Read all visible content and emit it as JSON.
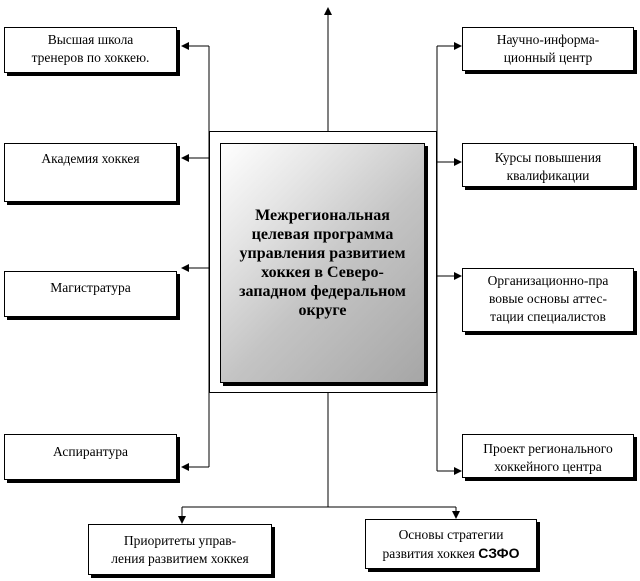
{
  "center": {
    "lines": [
      "Межрегиональная",
      "целевая программа",
      "управления  развитием",
      "хоккея в Северо-",
      "западном федеральном",
      "округе"
    ]
  },
  "left_boxes": [
    {
      "lines": [
        "Высшая школа",
        "тренеров по хоккею."
      ]
    },
    {
      "lines": [
        "Академия хоккея"
      ]
    },
    {
      "lines": [
        "Магистратура"
      ]
    },
    {
      "lines": [
        "Аспирантура"
      ]
    }
  ],
  "right_boxes": [
    {
      "lines": [
        "Научно-информа-",
        "ционный  центр"
      ]
    },
    {
      "lines": [
        "Курсы повышения",
        "квалификации"
      ]
    },
    {
      "lines": [
        "Организационно-пра",
        "вовые основы аттес-",
        "тации специалистов"
      ]
    },
    {
      "lines": [
        "Проект регионального",
        "хоккейного центра"
      ]
    }
  ],
  "bottom_boxes": [
    {
      "lines": [
        "Приоритеты управ-",
        "ления развитием хоккея"
      ]
    },
    {
      "lines": [
        "Основы стратегии"
      ],
      "last_line_prefix": "развития  хоккея ",
      "last_line_bold": "СЗФО"
    }
  ]
}
